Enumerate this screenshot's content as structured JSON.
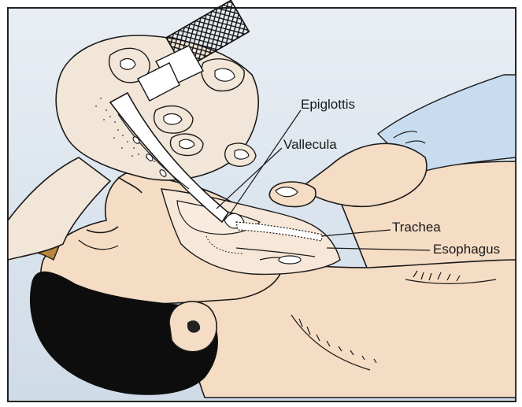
{
  "diagram": {
    "labels": {
      "epiglottis": "Epiglottis",
      "vallecula": "Vallecula",
      "trachea": "Trachea",
      "esophagus": "Esophagus"
    },
    "colors": {
      "background": "#dde6ee",
      "skin": "#f5dcc4",
      "hair": "#0d0d0d",
      "glove": "#f2e6d8",
      "watchband": "#b8863c",
      "outline": "#1a1a1a",
      "blade": "#ffffff"
    }
  }
}
